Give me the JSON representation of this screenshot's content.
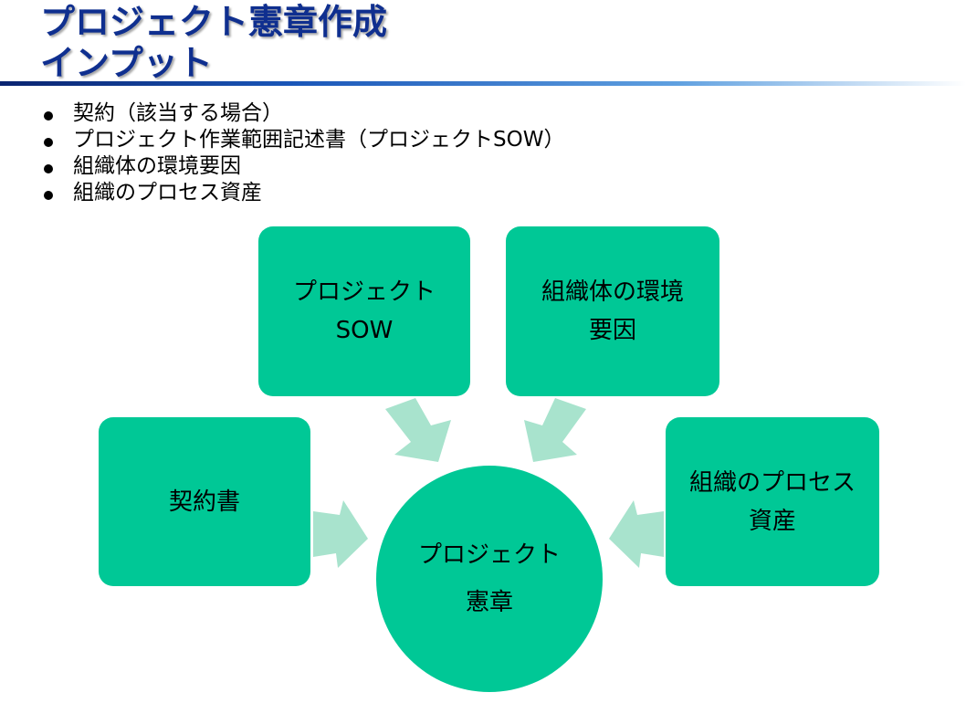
{
  "slide": {
    "title_line1": "プロジェクト憲章作成",
    "title_line2": "インプット"
  },
  "bullets": [
    "契約（該当する場合）",
    "プロジェクト作業範囲記述書（プロジェクトSOW）",
    "組織体の環境要因",
    "組織のプロセス資産"
  ],
  "diagram": {
    "contract": "契約書",
    "sow": "プロジェクト\nSOW",
    "eef": "組織体の環境\n要因",
    "opa": "組織のプロセス\n資産",
    "center": "プロジェクト\n憲章"
  },
  "colors": {
    "box_fill": "#00c896",
    "arrow_fill": "#a8e3cd",
    "title_color": "#0f2f8f"
  }
}
